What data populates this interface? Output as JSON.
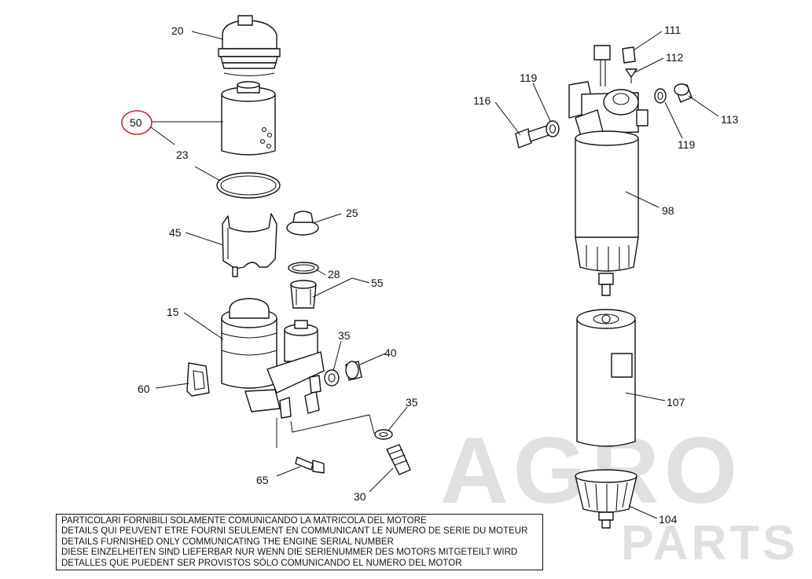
{
  "parts": [
    {
      "id": "p20",
      "label": "20"
    },
    {
      "id": "p50",
      "label": "50",
      "highlighted": true
    },
    {
      "id": "p23",
      "label": "23"
    },
    {
      "id": "p45",
      "label": "45"
    },
    {
      "id": "p25",
      "label": "25"
    },
    {
      "id": "p28",
      "label": "28"
    },
    {
      "id": "p55",
      "label": "55"
    },
    {
      "id": "p15",
      "label": "15"
    },
    {
      "id": "p35a",
      "label": "35"
    },
    {
      "id": "p40",
      "label": "40"
    },
    {
      "id": "p60",
      "label": "60"
    },
    {
      "id": "p35b",
      "label": "35"
    },
    {
      "id": "p65",
      "label": "65"
    },
    {
      "id": "p30",
      "label": "30"
    },
    {
      "id": "p111",
      "label": "111"
    },
    {
      "id": "p112",
      "label": "112"
    },
    {
      "id": "p119a",
      "label": "119"
    },
    {
      "id": "p116",
      "label": "116"
    },
    {
      "id": "p113",
      "label": "113"
    },
    {
      "id": "p119b",
      "label": "119"
    },
    {
      "id": "p98",
      "label": "98"
    },
    {
      "id": "p107",
      "label": "107"
    },
    {
      "id": "p104",
      "label": "104"
    }
  ],
  "highlight_color": "#c0282d",
  "notice_lines": [
    "PARTICOLARI FORNIBILI SOLAMENTE COMUNICANDO LA MATRICOLA DEL MOTORE",
    "DETAILS QUI PEUVENT ETRE FOURNI SEULEMENT EN COMMUNICANT LE NUMERO DE SERIE DU MOTEUR",
    "DETAILS FURNISHED ONLY COMMUNICATING THE ENGINE SERIAL NUMBER",
    "DIESE EINZELHEITEN SIND LIEFERBAR NUR WENN DIE SERIENUMMER DES MOTORS MITGETEILT WIRD",
    "DETALLES QUE PUEDENT SER PROVISTOS SÓLO COMUNICANDO EL NUMERO DEL MOTOR"
  ],
  "watermark": {
    "line1": "AGRO",
    "line2": "PARTS"
  }
}
